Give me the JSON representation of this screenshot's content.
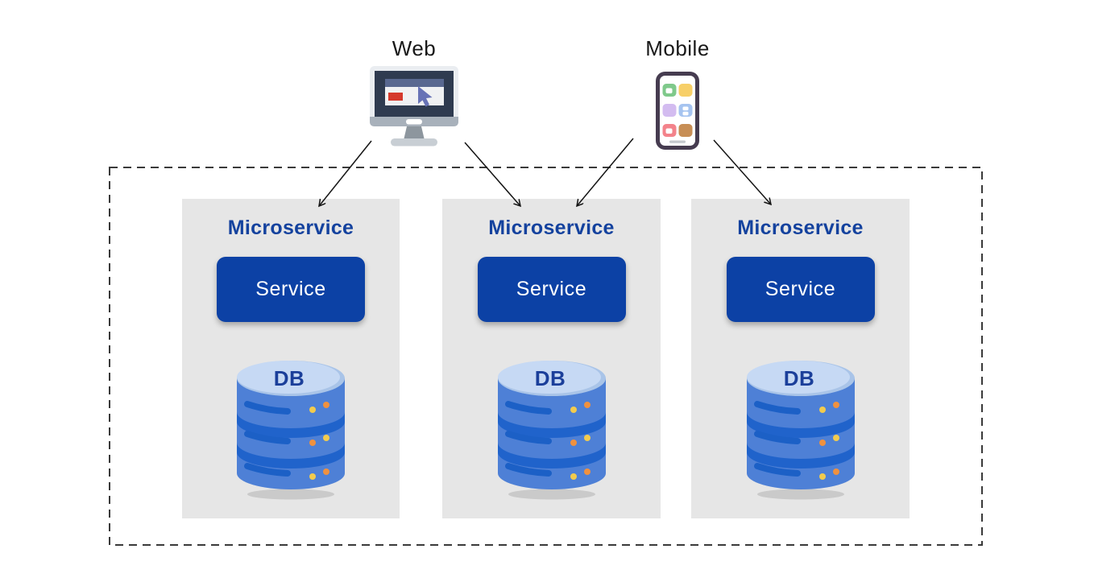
{
  "diagram": {
    "clients": [
      {
        "label": "Web",
        "icon": "desktop-browser-icon"
      },
      {
        "label": "Mobile",
        "icon": "smartphone-icon"
      }
    ],
    "cards": [
      {
        "title": "Microservice",
        "service_label": "Service",
        "db_label": "DB"
      },
      {
        "title": "Microservice",
        "service_label": "Service",
        "db_label": "DB"
      },
      {
        "title": "Microservice",
        "service_label": "Service",
        "db_label": "DB"
      }
    ],
    "connections": [
      {
        "from": "Web",
        "to": "Microservice 1"
      },
      {
        "from": "Web",
        "to": "Microservice 2"
      },
      {
        "from": "Mobile",
        "to": "Microservice 2"
      },
      {
        "from": "Mobile",
        "to": "Microservice 3"
      }
    ],
    "colors": {
      "background": "#FFFFFF",
      "card_bg": "#E6E6E6",
      "title_text": "#14429E",
      "service_btn_bg": "#0C41A5",
      "service_btn_text": "#FFFFFF",
      "db_body": "#4E80D6",
      "db_top": "#C6D9F4",
      "db_band": "#2063CB",
      "db_stripe": "#1C60C6",
      "db_text": "#1B3F9A",
      "dot_yellow": "#F2CB4E",
      "dot_orange": "#F0913F",
      "arrow": "#141414",
      "boundary_dash": "#3A3A3A",
      "monitor_screen": "#2F3B50",
      "monitor_frame": "#EAEDF1",
      "browser_header": "#596890",
      "browser_red_block": "#D5392C",
      "cursor": "#6772B6",
      "phone_frame": "#463C50"
    }
  }
}
